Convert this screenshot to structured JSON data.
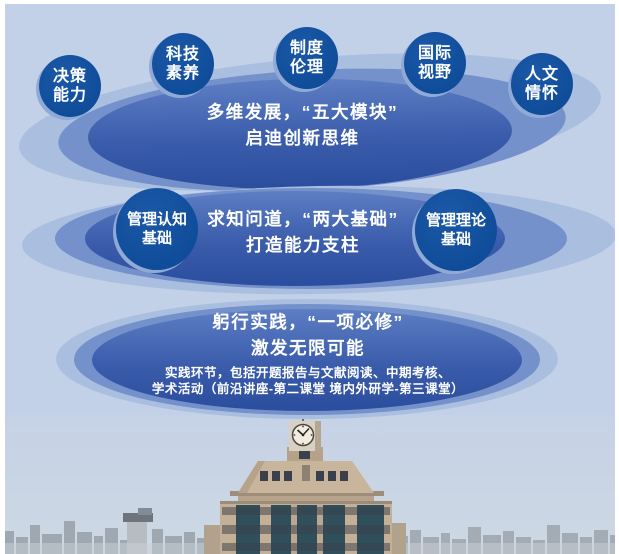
{
  "palette": {
    "background": "#c3d1e8",
    "frame": "#ffffff",
    "circle_blue": "#0f4c99",
    "halo_blue": "#aabfe0",
    "mid_blue": "#7591cb",
    "inner_ellipse_top": "#5d7ec3",
    "inner_ellipse_bottom": "#2b4d9d",
    "text": "#ffffff"
  },
  "top_circles": [
    {
      "line1": "决策",
      "line2": "能力"
    },
    {
      "line1": "科技",
      "line2": "素养"
    },
    {
      "line1": "制度",
      "line2": "伦理"
    },
    {
      "line1": "国际",
      "line2": "视野"
    },
    {
      "line1": "人文",
      "line2": "情怀"
    }
  ],
  "tiers": [
    {
      "title_line1": "多维发展，“五大模块”",
      "title_line2": "启迪创新思维"
    },
    {
      "title_line1": "求知问道，“两大基础”",
      "title_line2": "打造能力支柱",
      "left_circle": {
        "line1": "管理认知",
        "line2": "基础"
      },
      "right_circle": {
        "line1": "管理理论",
        "line2": "基础"
      }
    },
    {
      "title_line1": "躬行实践，“一项必修”",
      "title_line2": "激发无限可能",
      "caption_line1": "实践环节，包括开题报告与文献阅读、中期考核、",
      "caption_line2": "学术活动（前沿讲座-第二课堂 境内外研学-第三课堂）"
    }
  ]
}
